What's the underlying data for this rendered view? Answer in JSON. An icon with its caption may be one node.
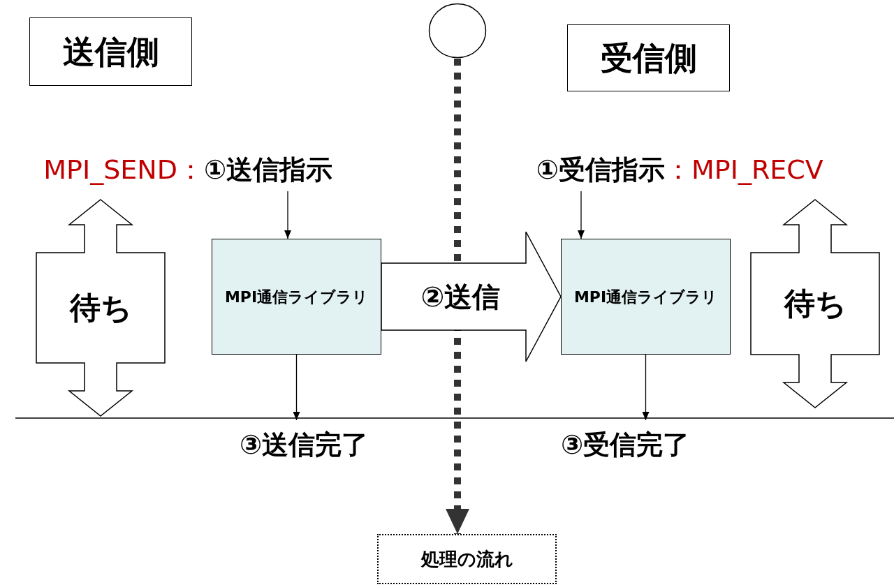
{
  "diagram": {
    "nodes": [
      {
        "text": [
          "送信側"
        ]
      },
      {
        "text": [],
        "shape": "circle"
      },
      {
        "text": [
          "受信側"
        ]
      },
      {
        "text": [
          "①送信指示"
        ],
        "beside": [
          "MPI_SEND："
        ]
      },
      {
        "text": [
          "①受信指示"
        ],
        "beside": [
          "：MPI_RECV"
        ]
      },
      {
        "text": [
          "待ち"
        ]
      },
      {
        "text": [
          "MPI通信ライブラリ"
        ]
      },
      {
        "text": [
          "MPI通信ライブラリ"
        ]
      },
      {
        "text": [
          "待ち"
        ]
      },
      {
        "text": [
          "③送信完了"
        ]
      },
      {
        "text": [
          "③受信完了"
        ]
      },
      {
        "text": [
          "処理の流れ"
        ]
      }
    ],
    "edges": [
      {
        "from": 3,
        "to": 6,
        "arrow": "to"
      },
      {
        "from": 6,
        "to": 9,
        "arrow": "to"
      },
      {
        "from": 4,
        "to": 7,
        "arrow": "to"
      },
      {
        "from": 7,
        "to": 10,
        "arrow": "to"
      },
      {
        "from": 1,
        "to": 11,
        "arrow": "to",
        "style": "dashed",
        "color": "#333333"
      },
      {
        "from": 6,
        "to": 7,
        "arrow": "to",
        "style": "thick",
        "label": "②送信"
      }
    ]
  }
}
